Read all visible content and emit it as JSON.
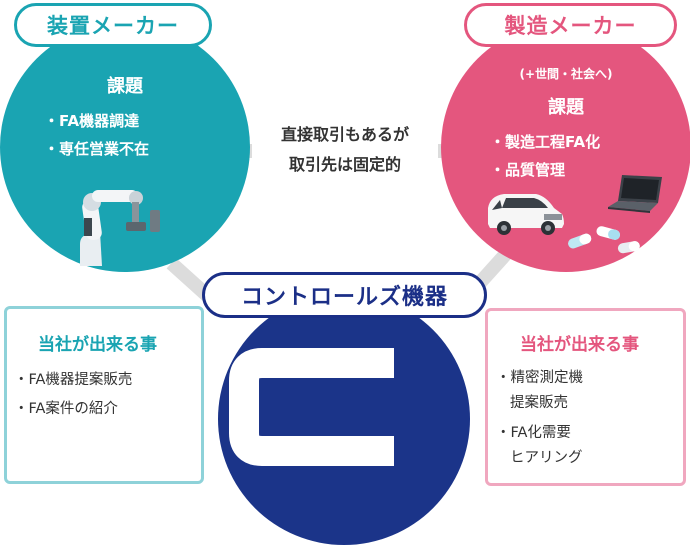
{
  "left": {
    "title": "装置メーカー",
    "heading": "課題",
    "items": [
      "・FA機器調達",
      "・専任営業不在"
    ],
    "color": "#1aa4b2",
    "image_icon": "robot-arm-icon"
  },
  "right": {
    "title": "製造メーカー",
    "subtitle": "(+世間・社会へ)",
    "heading": "課題",
    "items": [
      "・製造工程FA化",
      "・品質管理"
    ],
    "color": "#e4567e",
    "image_icons": [
      "minivan-icon",
      "laptop-icon",
      "capsule-pills-icon"
    ]
  },
  "center": {
    "line1": "直接取引もあるが",
    "line2": "取引先は固定的",
    "title": "コントロールズ機器",
    "color": "#1b2f87",
    "logo_icon": "company-logo-icon"
  },
  "box_left": {
    "title": "当社が出来る事",
    "items": [
      "・FA機器提案販売",
      "・FA案件の紹介"
    ],
    "title_color": "#1aa4b2"
  },
  "box_right": {
    "title": "当社が出来る事",
    "lines": [
      "・精密測定機",
      "提案販売",
      "・FA化需要",
      "ヒアリング"
    ],
    "title_color": "#e4567e"
  }
}
